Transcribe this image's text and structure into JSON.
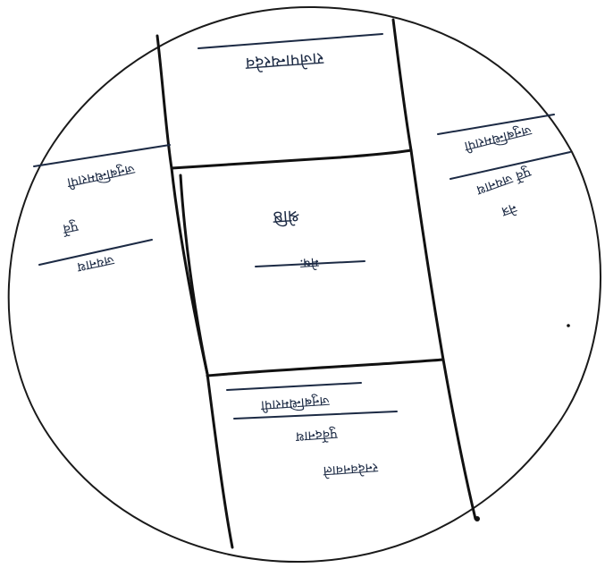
{
  "diagram": {
    "type": "hand-drawn circular layout sketch",
    "ink_color": "#1a1a1a",
    "handwriting_color": "#1c2a44",
    "background": "#ffffff",
    "script": "Devanagari (handwritten)",
    "regions": {
      "top": {
        "lines": [
          "राजेपान्यरदेव"
        ]
      },
      "center": {
        "lines": [
          "श्रेष्ठि",
          "मेषः"
        ]
      },
      "bottom": {
        "lines": [
          "जनुबन्धिमरापी",
          "पुर्वेदनाथ",
          "रनदेवनवाले"
        ]
      },
      "left": {
        "lines": [
          "जनुबन्धिमरापी",
          "पुर्वे",
          "जयनाथ"
        ]
      },
      "right": {
        "lines": [
          "जनुबन्धिमरापी",
          "पुर्वे जयनाथ",
          "नेत्र"
        ]
      }
    }
  }
}
